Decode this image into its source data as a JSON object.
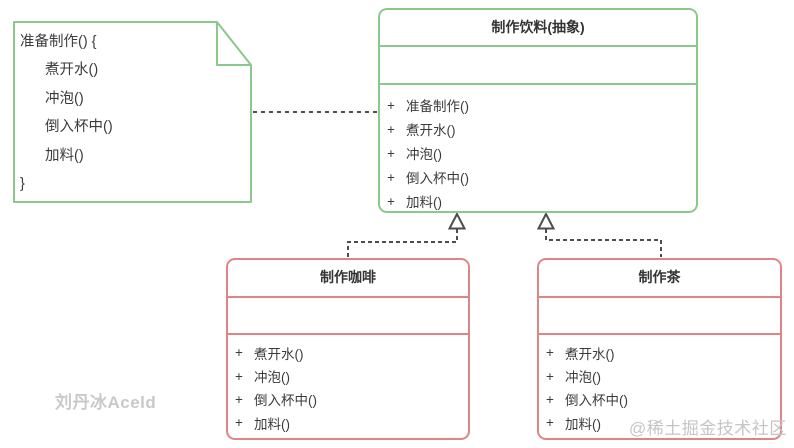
{
  "note": {
    "lines": [
      {
        "text": "准备制作() {",
        "indent": false
      },
      {
        "text": "煮开水()",
        "indent": true
      },
      {
        "text": "冲泡()",
        "indent": true
      },
      {
        "text": "倒入杯中()",
        "indent": true
      },
      {
        "text": "加料()",
        "indent": true
      },
      {
        "text": "}",
        "indent": false
      }
    ]
  },
  "classes": {
    "parent": {
      "title": "制作饮料(抽象)",
      "methods": [
        "准备制作()",
        "煮开水()",
        "冲泡()",
        "倒入杯中()",
        "加料()"
      ]
    },
    "coffee": {
      "title": "制作咖啡",
      "methods": [
        "煮开水()",
        "冲泡()",
        "倒入杯中()",
        "加料()"
      ]
    },
    "tea": {
      "title": "制作茶",
      "methods": [
        "煮开水()",
        "冲泡()",
        "倒入杯中()",
        "加料()"
      ]
    }
  },
  "symbols": {
    "visibility_public": "+"
  },
  "watermarks": {
    "author": "刘丹冰Aceld",
    "community": "@稀土掘金技术社区"
  },
  "colors": {
    "note_and_abstract_border": "#8bc88b",
    "concrete_class_border": "#e08585",
    "connector": "#4d4d4d",
    "text": "#3b3b3b",
    "watermark": "#c8c8c8",
    "background": "#ffffff"
  }
}
